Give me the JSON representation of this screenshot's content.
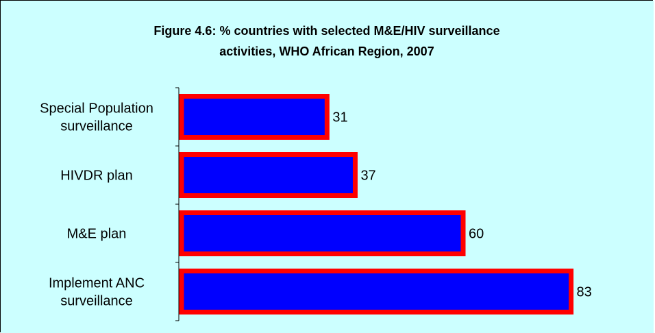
{
  "chart_data": {
    "type": "bar",
    "orientation": "horizontal",
    "title": "Figure 4.6: % countries with selected M&E/HIV surveillance activities, WHO African Region, 2007",
    "title_lines": [
      "Figure 4.6: % countries with selected M&E/HIV surveillance",
      "activities, WHO African Region, 2007"
    ],
    "categories": [
      "Special Population surveillance",
      "HIVDR plan",
      "M&E plan",
      "Implement ANC surveillance"
    ],
    "category_lines": [
      [
        "Special Population",
        "surveillance"
      ],
      [
        "HIVDR plan"
      ],
      [
        "M&E plan"
      ],
      [
        "Implement ANC",
        "surveillance"
      ]
    ],
    "values": [
      31,
      37,
      60,
      83
    ],
    "value_labels": [
      "31",
      "37",
      "60",
      "83"
    ],
    "xlim": [
      0,
      100
    ],
    "grid": false,
    "legend": "none",
    "colors": {
      "background": "#ccffff",
      "bar_fill": "#0000ff",
      "bar_border": "#ff0000"
    }
  }
}
